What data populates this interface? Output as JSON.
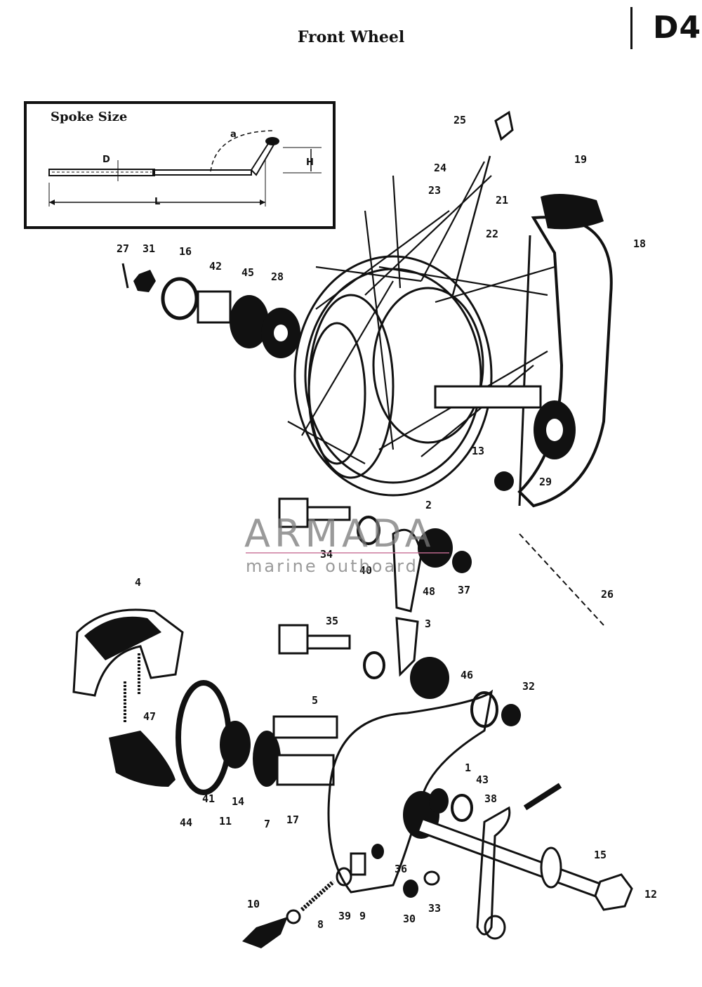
{
  "title": "Front Wheel",
  "page_code": "D4",
  "spoke_box": {
    "title": "Spoke Size",
    "label_d": "D",
    "label_l": "L",
    "label_a": "a",
    "label_h": "H"
  },
  "watermark": {
    "brand": "ARMADA",
    "tagline": "marine outboard"
  },
  "parts": [
    "25",
    "24",
    "23",
    "19",
    "21",
    "22",
    "18",
    "27",
    "31",
    "16",
    "42",
    "45",
    "28",
    "13",
    "29",
    "2",
    "34",
    "40",
    "48",
    "37",
    "26",
    "4",
    "35",
    "3",
    "46",
    "32",
    "47",
    "5",
    "1",
    "43",
    "38",
    "44",
    "41",
    "11",
    "14",
    "7",
    "17",
    "15",
    "12",
    "36",
    "9",
    "39",
    "8",
    "33",
    "30",
    "10"
  ]
}
